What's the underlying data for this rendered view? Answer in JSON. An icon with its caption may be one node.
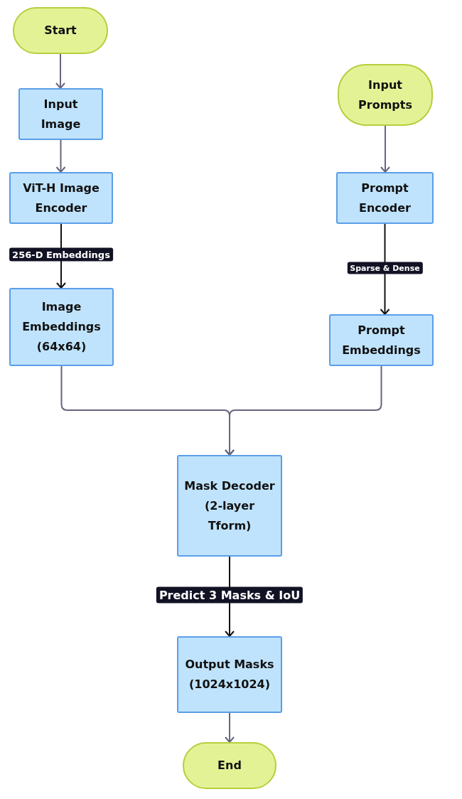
{
  "diagram": {
    "nodes": [
      {
        "text": [
          "Start"
        ]
      },
      {
        "text": [
          "Input Image"
        ]
      },
      {
        "text": [
          "ViT-H Image Encoder"
        ]
      },
      {
        "text": [
          "Image Embeddings (64x64)"
        ]
      },
      {
        "text": [
          "Input Prompts"
        ]
      },
      {
        "text": [
          "Prompt Encoder"
        ]
      },
      {
        "text": [
          "Prompt Embeddings"
        ]
      },
      {
        "text": [
          "Mask Decoder (2-layer Tform)"
        ]
      },
      {
        "text": [
          "Output Masks (1024x1024)"
        ]
      },
      {
        "text": [
          "End"
        ]
      }
    ],
    "edges": [
      {
        "from": 0,
        "to": 1,
        "arrow": "to"
      },
      {
        "from": 1,
        "to": 2,
        "arrow": "to"
      },
      {
        "from": 2,
        "to": 3,
        "arrow": "to",
        "label": "256-D Embeddings",
        "color": "#111111"
      },
      {
        "from": 4,
        "to": 5,
        "arrow": "to"
      },
      {
        "from": 5,
        "to": 6,
        "arrow": "to",
        "label": "Sparse & Dense",
        "color": "#111111"
      },
      {
        "from": 3,
        "to": 7,
        "arrow": "to"
      },
      {
        "from": 6,
        "to": 7,
        "arrow": "to"
      },
      {
        "from": 7,
        "to": 8,
        "arrow": "to",
        "label": "Predict 3 Masks & IoU",
        "color": "#111111"
      },
      {
        "from": 8,
        "to": 9,
        "arrow": "to"
      }
    ]
  }
}
